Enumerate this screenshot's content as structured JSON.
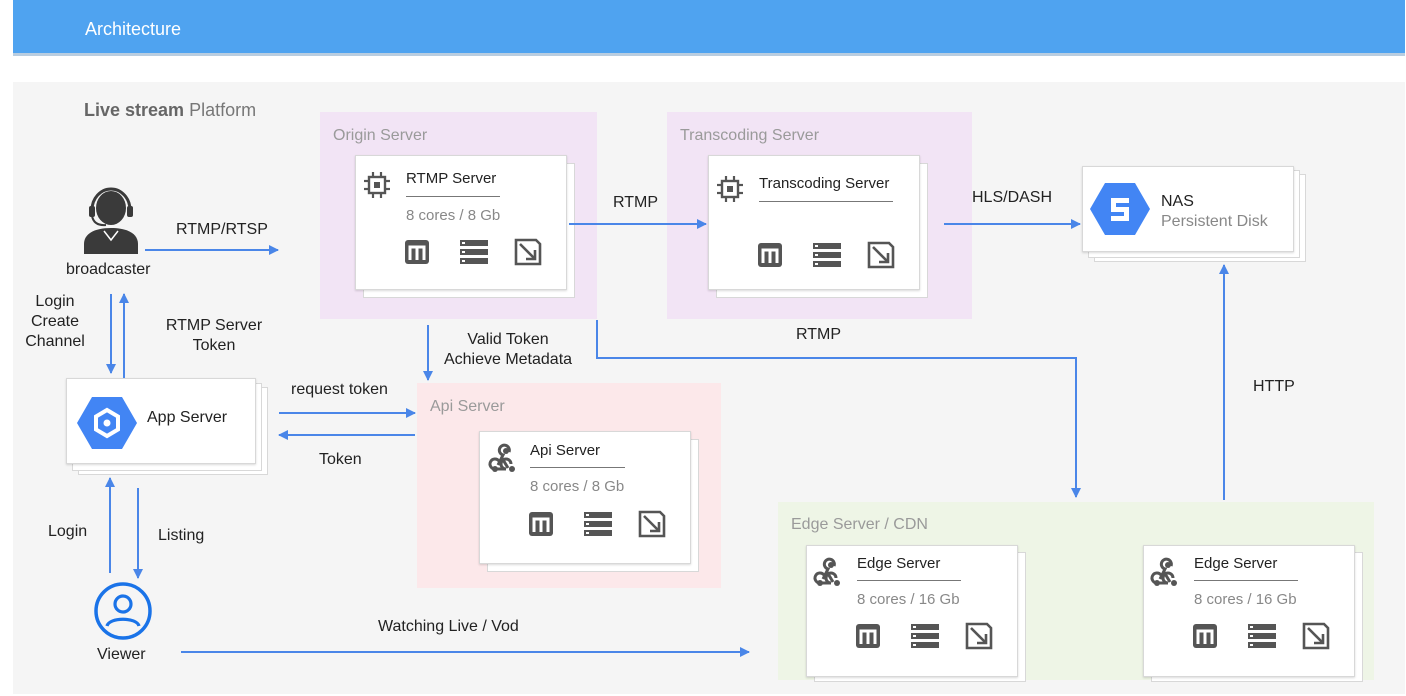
{
  "header": {
    "title": "Architecture"
  },
  "platform": {
    "title_bold": "Live stream",
    "title_rest": " Platform"
  },
  "zones": {
    "origin": "Origin Server",
    "transcoding": "Transcoding Server",
    "api": "Api Server",
    "edge": "Edge Server / CDN"
  },
  "cards": {
    "rtmp": {
      "title": "RTMP Server",
      "sub": "8 cores / 8 Gb"
    },
    "transcoding": {
      "title": "Transcoding Server"
    },
    "nas": {
      "title": "NAS",
      "sub": "Persistent Disk"
    },
    "app": {
      "title": "App Server"
    },
    "api": {
      "title": "Api Server",
      "sub": "8 cores / 8 Gb"
    },
    "edge1": {
      "title": "Edge Server",
      "sub": "8 cores / 16 Gb"
    },
    "edge2": {
      "title": "Edge Server",
      "sub": "8 cores / 16 Gb"
    }
  },
  "actors": {
    "broadcaster": "broadcaster",
    "viewer": "Viewer"
  },
  "edges": {
    "rtmp_rtsp": "RTMP/RTSP",
    "rtmp1": "RTMP",
    "hls_dash": "HLS/DASH",
    "rtmp2": "RTMP",
    "login_create_1": "Login",
    "login_create_2": "Create",
    "login_create_3": "Channel",
    "rtmp_token_1": "RTMP Server",
    "rtmp_token_2": "Token",
    "valid_token_1": "Valid Token",
    "valid_token_2": "Achieve Metadata",
    "request_token": "request token",
    "token": "Token",
    "http": "HTTP",
    "login": "Login",
    "listing": "Listing",
    "watching": "Watching Live / Vod"
  },
  "colors": {
    "header": "#4fa3f0",
    "arrow": "#4a86e8",
    "origin_zone": "#f2e4f5",
    "api_zone": "#fce8ea",
    "edge_zone": "#eef5e6",
    "gcp_hex": "#4285f4",
    "icon": "#555555"
  },
  "icons": [
    "chip-icon",
    "memory-icon",
    "storage-icon",
    "disk-icon",
    "webhook-icon",
    "hex-cloud-icon",
    "operator-icon",
    "user-circle-icon"
  ]
}
